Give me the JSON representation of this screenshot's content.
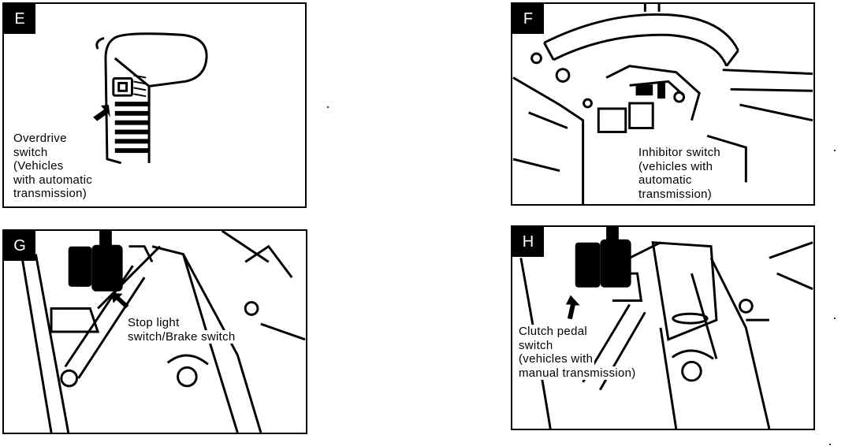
{
  "panels": {
    "e": {
      "badge": "E",
      "caption": [
        "Overdrive",
        "switch",
        "(Vehicles",
        "with automatic",
        "transmission)"
      ]
    },
    "f": {
      "badge": "F",
      "caption": [
        "Inhibitor switch",
        "(vehicles with",
        "automatic",
        "transmission)"
      ]
    },
    "g": {
      "badge": "G",
      "caption": [
        "Stop light",
        "switch/Brake switch"
      ]
    },
    "h": {
      "badge": "H",
      "caption": [
        "Clutch pedal",
        "switch",
        "(vehicles with",
        "manual transmission)"
      ]
    }
  },
  "colors": {
    "ink": "#000000",
    "paper": "#ffffff"
  },
  "icons": {
    "pointer": "arrow-icon"
  }
}
